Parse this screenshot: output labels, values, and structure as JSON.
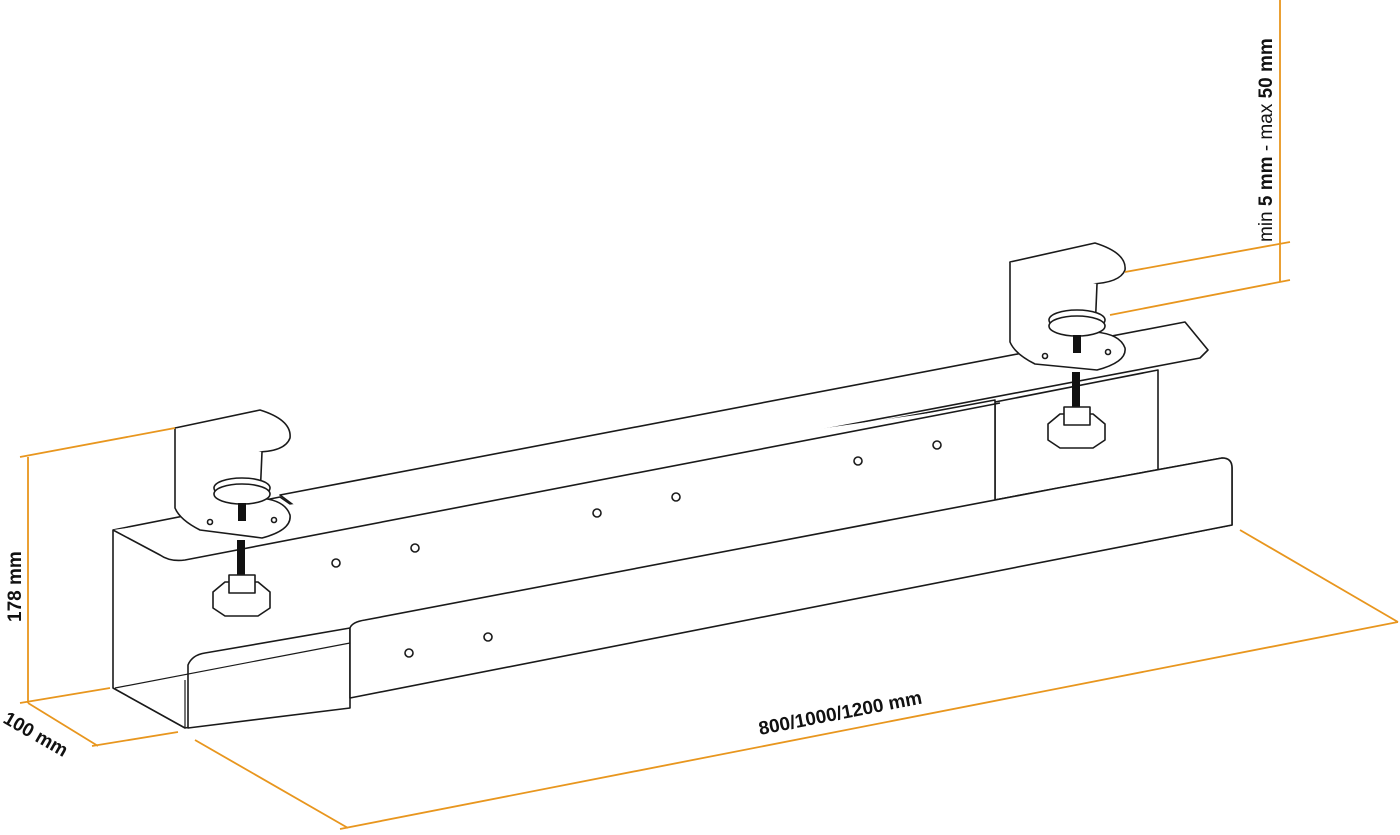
{
  "dimensions": {
    "height": "178 mm",
    "depth": "100 mm",
    "length": "800/1000/1200 mm",
    "clamp_range": {
      "min_word": "min",
      "min_value": "5 mm",
      "separator": " - max ",
      "max_value": "50 mm"
    }
  },
  "colors": {
    "dimension_line": "#E8961E",
    "drawing_line": "#1a1a1a"
  }
}
